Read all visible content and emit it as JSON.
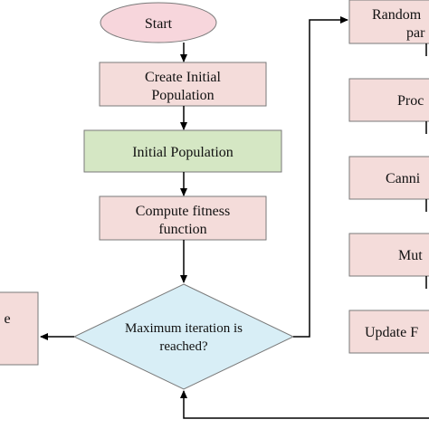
{
  "colors": {
    "terminal_fill": "#f7d6dc",
    "process_fill": "#f4dcda",
    "highlight_fill": "#d5e7c4",
    "decision_fill": "#d8eef6",
    "stroke": "#7a7a7a",
    "arrow": "#000000"
  },
  "nodes": {
    "start": {
      "text": "Start"
    },
    "create_init": {
      "line1": "Create Initial",
      "line2": "Population"
    },
    "init_pop": {
      "text": "Initial Population"
    },
    "fitness": {
      "line1": "Compute fitness",
      "line2": "function"
    },
    "decision": {
      "line1": "Maximum iteration is",
      "line2": "reached?"
    },
    "left_box": {
      "line1": "e",
      "line2": ""
    },
    "right1": {
      "line1": "Random",
      "line2": "par"
    },
    "right2": {
      "text": "Proc"
    },
    "right3": {
      "text": "Canni"
    },
    "right4": {
      "text": "Mut"
    },
    "right5": {
      "text": "Update F"
    }
  }
}
